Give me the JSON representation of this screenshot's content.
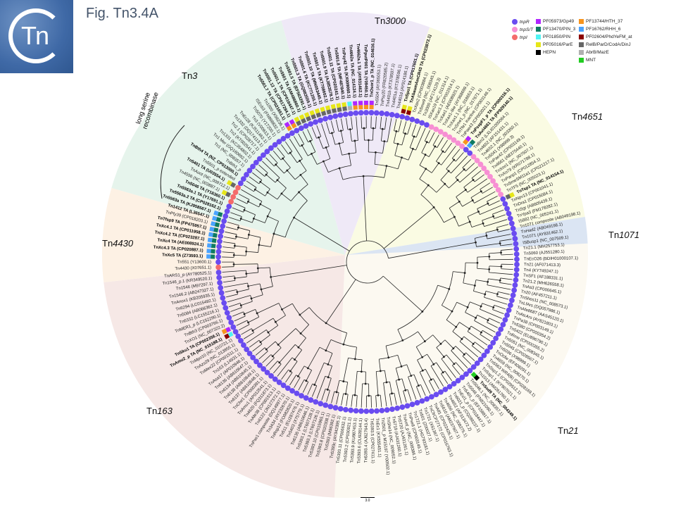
{
  "figure": {
    "title": "Fig. Tn3.4A",
    "logo_text": "Tn",
    "scale_label": "3.0",
    "bracket_label_line1": "long serine",
    "bracket_label_line2": "recombinase"
  },
  "legend": {
    "resolvases": [
      {
        "label": "tnpR",
        "color": "#6a4cf0"
      },
      {
        "label": "tnpS/T",
        "color": "#f78fd3"
      },
      {
        "label": "tnpI",
        "color": "#f46b6b"
      }
    ],
    "domains_col1": [
      {
        "label": "PF05973/Gp49",
        "color": "#b026ff"
      },
      {
        "label": "PF13470/PIN_3",
        "color": "#0f7b61"
      },
      {
        "label": "PF01850/PIN",
        "color": "#4ff4f4"
      },
      {
        "label": "PF05016/ParE",
        "color": "#e6e619"
      },
      {
        "label": "HEPN",
        "color": "#000000"
      }
    ],
    "domains_col2": [
      {
        "label": "PF13744/HTH_37",
        "color": "#f7941d"
      },
      {
        "label": "PF16762/RHH_6",
        "color": "#4aa3ff"
      },
      {
        "label": "PF02604/PhdYeFM_at",
        "color": "#8b0000"
      },
      {
        "label": "RelB/ParD/CodA/DinJ",
        "color": "#666666"
      },
      {
        "label": "AbrB/MazE",
        "color": "#b0b0b0"
      },
      {
        "label": "MNT",
        "color": "#22cc22"
      }
    ]
  },
  "groups": [
    {
      "prefix": "Tn",
      "number": "21",
      "bg": "#fcf9f1",
      "dot": "tnpR",
      "leaves": [
        "Tn21.1 (MH257753.1)",
        "Tn5060 (AJ551280.1)",
        "TnEcO26 (BDIH01000107.1)",
        "Tn21 (AF071413.3)",
        "Tn4 (KY749247.1)",
        "TnSF1 (AF188331.1)",
        "Tn21.2 (MH626558.1)",
        "TnAs3 (CP000645.1)",
        "Tn20 (AF457211.1)",
        "TnShes11 (NC_008573.1)",
        "TnLfArs (DQ057986.1)",
        "TnAfe8687 (AAS45120.1)",
        "TnAtcArs (AY821803.1)",
        "TnPa38 (CP003149.1)",
        "Tn5380 (CP000354.2)",
        "Tn5422 (EU896790.1)",
        "TnRme (CP000355.2)",
        "Tn5051 (NC_008345.1)",
        "Tn5045 (CP028567.1)",
        "Tn5036 (X98999.1)",
        "TnOcfw (EF408291.1)",
        "Tn4659 (NC_008270.1)",
        "Tn5563 WR4(B) (CP028169.1)",
        "TnSsp1.2 (CP029512.1)",
        "TnSsp1.1 (KY907021.1)",
        "Tn1013 (AM261760.1)",
        "TnSod9 TA (NC_004349.1)",
        "Tn5046.1 (NC_008357.1)",
        "Tn5046 (FN821090.1)",
        "Tn5401_p (EF158817.1)",
        "TnEcl1_p (CP018447.1)",
        "Tn6021_p (CQ288237.1)",
        "Tn4652 (AF313472.2)",
        "Tn4656 (NC_008275.1)",
        "Tn5610 (AM237607.1)",
        "TnAtf1 (CP022426.1)",
        "TnCfrCP27172 (CP016763.1)",
        "Tn1721 (X61367.1)",
        "Tn501 (Z00027.1)",
        "Tn1721.1 (HG793181.1)",
        "TnPse8 (CP003149.1)",
        "TnAmf_p (NC_008386.1)",
        "Tn5720 (AJ431261.1)",
        "Tn5719 (AJ431260.1)",
        "TnShe14 (NC_009052.1)",
        "Tn2501_p M15197 (Y00502.1)",
        "TnEc1 (KX555451.1)"
      ],
      "alt_dots": {},
      "domains": {
        "26": [
          "MNT",
          "HEPN"
        ]
      }
    },
    {
      "prefix": "Tn",
      "number": "163",
      "bg": "#f6e8e6",
      "dot": "tnpR",
      "leaves": [
        "Tn5393.5 (CP027411.1)",
        "Tn5393.4 (AJ627643.4)",
        "Tn5393.6 (CU928144.1)",
        "Tn5393.9 (KU987453.1)",
        "Tn5393.2 (CP030921.1)",
        "Tn5393.11 (CP006632.1)",
        "Tn5393c (AY342395.1)",
        "Tn5393 (M96392.1)",
        "Tn5393.8 (CP020308.1)",
        "Tn5393.10 (CP015965.1)",
        "Tn5393.3 (LT607126.1)",
        "Tn5393.1 (LT607128.1)",
        "Tn6135 (AB610646.1)",
        "Tn5403 (X75779.1)",
        "Tn511 (EU287476.1)",
        "TnRsp12 (FO082820.1)",
        "Tn3434 (AY232670.1)",
        "TnPse1 composite (DQ149977.1)",
        "Tn6122 (JN127372.1)",
        "TnAfe38 (CP001513.1)",
        "Tn4620 (FQ311873.1)",
        "TnAmu1 (AP012541.1)",
        "TnChe1 (CP000391.1)",
        "Tn6137 (AB610648.1)",
        "Tn6138 (AB610649.1)",
        "Tn6134 (AB610645.1)",
        "Tn6136 (AB610647.1)",
        "TnAsa17 (AP010946.1)",
        "Tn163 (L14931.1)",
        "TnMex22 (CP001511.1)",
        "TnAzs29 (NC_013855.1)",
        "TnMpo10 (NC_010721.1)",
        "TnAmu2_p TA (NC_015188.1)",
        "TnSku1 TA (CP002358.1)",
        "TnXO1 (NC_007322.2)",
        "TnBth3 (CP003766.1)"
      ],
      "alt_dots": {},
      "domains": {
        "32": [
          "PF01850/PIN",
          "PF02604/PhdYeFM_at"
        ],
        "33": [
          "PF05973/Gp49",
          "PF13744/HTH_37"
        ]
      }
    },
    {
      "prefix": "Tn",
      "number": "4430",
      "bg": "#fdf1e4",
      "dot": "tnpR",
      "leaves": [
        "TnMER1_p (LC152290.1)",
        "Tn6332 (LC155216.1)",
        "Tn5084 (AB066362.1)",
        "Tn6294 (LC015492.1)",
        "TnAnox1 (KB205935.1)",
        "Tn1546.2 (AB247327.1)",
        "Tn1546 (M97297.1)",
        "Tn1546_p.1 (KR349520.1)",
        "TnARS1_p (AY780525.1)",
        "Tn4430 (X07651.1)",
        "Tn551 (Y13600.1)"
      ],
      "alt_dots": {
        "9": "tnpI"
      },
      "domains": {}
    },
    {
      "prefix": "Tn",
      "number": "3",
      "bg": "#e6f4ec",
      "dot": "tnpR",
      "leaves": [
        "TnXc5 TA (Z73593.1)",
        "TnXc4.3 TA (CP020887.1)",
        "TnXc4 TA (AE008924.1)",
        "TnXc4.2 TA (CP023287.1)",
        "TnXc4.1 TA (CP011958.1)",
        "TnTfsp9 TA (FP475957.1)",
        "TnPfy39 (CP018203.1)",
        "Tn1412 TA (L36547.1)",
        "Tn5563a TA (KJ958567.1)",
        "Tn5563a.2 TA (CP028162.1)",
        "Tn5563a.1 TA (Y17691.1)",
        "Tn5046 TA (Y18360.1)",
        "Tn4556 (NC_003887.1)",
        "TnAoot (NC_009712.1)",
        "Tn5401 TA (U03554.1)",
        "Tn5501_p extended",
        "TnBth4 TA (NZ_CP013000.1)",
        "TnBth1_p",
        "Tn1 (NC_008357.1)",
        "Tn1 Mer (GQ160692.1)",
        "Tn1331 (KC354802.1)",
        "Tn2 (KT002541.1)",
        "Tn2.1 (CP028717.1)",
        "Tn1332 (DQ174113.1)",
        "TnEc28 (KJ511462.1)",
        "Tn3 (V00613.1)",
        "Tn5070 (Y17200.1)",
        "ISEcb3 (FN868832.1)",
        "Tn1000 (X56236.1)"
      ],
      "alt_dots": {
        "11": "tnpI",
        "12": "tnpI",
        "13": "tnpI",
        "14": "tnpI"
      },
      "domains": {
        "0": [
          "PF13470/PIN_3",
          "PF16762/RHH_6"
        ],
        "1": [
          "PF13470/PIN_3",
          "PF16762/RHH_6"
        ],
        "2": [
          "PF13470/PIN_3",
          "PF16762/RHH_6"
        ],
        "3": [
          "PF13470/PIN_3",
          "PF16762/RHH_6"
        ],
        "4": [
          "PF13470/PIN_3",
          "PF16762/RHH_6"
        ],
        "5": [
          "PF13470/PIN_3",
          "PF16762/RHH_6"
        ],
        "6": [
          "PF13470/PIN_3",
          "PF16762/RHH_6"
        ],
        "7": [
          "PF13470/PIN_3",
          "PF16762/RHH_6"
        ],
        "8": [
          "PF13470/PIN_3",
          "PF16762/RHH_6"
        ],
        "12": [
          "RelB/ParD/CodA/DinJ",
          "PF05016/ParE"
        ],
        "14": [
          "RelB/ParD/CodA/DinJ",
          "PF05016/ParE"
        ]
      }
    },
    {
      "prefix": "Tn",
      "number": "3000",
      "bg": "#efe9f7",
      "dot": "tnpR",
      "leaves": [
        "Tn5501.7 TA (CP021651.1)",
        "Tn5501.12 TA (CP017284.1)",
        "Tn5501.1 TA (CP016447.1)",
        "Tn5501 TA (AM486860.1)",
        "Tn5501.5 TA (EF563291.1)",
        "Tn5501.3 TA (GQ983559.1)",
        "Tn5501.6 TA (KC771255.1)",
        "Tn5501.10 TA (MN053445.1)",
        "Tn5501.4 TA (KT708602.1)",
        "Tn5501.9 TA (AJ853578.1)",
        "Tn5501.11 TA (CP020241.1)",
        "Tn5501.8 TA (MF487840.1)",
        "TnPsy42 TA (KX009060.1)",
        "Tn4662a TA (NC_014124.1)",
        "Tn4662a.1 TA (AY831462.1)",
        "TnPputP001 TA (Y09450.1)",
        "TnOsor1_p TA (NC_014616.1)",
        "Tn5504 (AY365053.1)",
        "TnPsy20 (FR820585.2)",
        "Tn4401b (KT378597.1)",
        "Tn4401a (KT378596.1)",
        "Tn4401d (AY914186.1)",
        "TnSpo1 TA (CP017601.1)",
        "TnAbaumAmCR43 TA (CP023872.1)",
        "TnXax2 (CP003884.1)",
        "TnSme9 (NC_008345.1)",
        "Tn3000 (AF174129.3)",
        "ISXax19 (NC_011314.1)"
      ],
      "alt_dots": {},
      "domains": {
        "0": [
          "PF13744/HTH_37",
          "PF05973/Gp49"
        ],
        "1": [
          "PF13744/HTH_37",
          "PF05973/Gp49"
        ],
        "2": [
          "RelB/ParD/CodA/DinJ",
          "PF05016/ParE"
        ],
        "3": [
          "RelB/ParD/CodA/DinJ",
          "PF05016/ParE"
        ],
        "4": [
          "RelB/ParD/CodA/DinJ",
          "PF05016/ParE"
        ],
        "5": [
          "RelB/ParD/CodA/DinJ",
          "PF05016/ParE"
        ],
        "6": [
          "RelB/ParD/CodA/DinJ",
          "PF05016/ParE"
        ],
        "7": [
          "RelB/ParD/CodA/DinJ",
          "PF05016/ParE"
        ],
        "8": [
          "RelB/ParD/CodA/DinJ",
          "PF05016/ParE"
        ],
        "9": [
          "RelB/ParD/CodA/DinJ",
          "PF05016/ParE"
        ],
        "10": [
          "RelB/ParD/CodA/DinJ",
          "PF05016/ParE"
        ],
        "11": [
          "RelB/ParD/CodA/DinJ",
          "PF05016/ParE"
        ],
        "12": [
          "AbrB/MazE",
          "PF01850/PIN"
        ],
        "13": [
          "PF13744/HTH_37",
          "PF05973/Gp49"
        ],
        "14": [
          "PF13744/HTH_37",
          "PF05973/Gp49"
        ],
        "15": [
          "PF13744/HTH_37",
          "PF05973/Gp49"
        ],
        "16": [
          "PF13744/HTH_37",
          "PF05973/Gp49"
        ],
        "22": [
          "PF02604/PhdYeFM_at",
          "PF05016/ParE"
        ],
        "23": [
          "PF02604/PhdYeFM_at",
          "PF05016/ParE"
        ]
      }
    },
    {
      "prefix": "Tn",
      "number": "4651",
      "bg": "#fafbe3",
      "dot": "tnpS/T",
      "leaves": [
        "TnXac1.2 (CP002914.1)",
        "TnXax1 (AE008925.1)",
        "TnXax1-like (AY368699.1)",
        "TnXax1.1 (NC_018653.1)",
        "TnSme1_p (NC_017671.1)",
        "TnTfe1 inactive (CP003148.1)",
        "TnPae43 (CP002021.1)",
        "TnPsspF1_p TA (CP000316.1)",
        "TnAvi4661 TA (FP929140.1)",
        "TnBm2 (LXLI01000064.1)",
        "Tn4652 (AF151431.1)",
        "Tn4652.1 (NC_003350.1)",
        "Tn5041 (X98999.3)",
        "TnPae42 (CP003149.1)",
        "Tn4661 (AB375440.1)",
        "TnXoo1 (NC_007507.1)",
        "TnXo79 (KR071788.1)",
        "TnPanp1 (CP012854.1)",
        "TnSmeSM11a1 (CP021217.1)",
        "TnTF5 (NC_005023.1)",
        "TnTsp1 TA (NC_014154.1)",
        "TnNpv13 (CP001041.1)",
        "TnDra1 (CP015084.1)",
        "TnSgr (AB605439.1)",
        "TnYpa3 (FM178282.1)"
      ],
      "alt_dots": {
        "8": "tnpR",
        "9": "tnpR",
        "20": "tnpR",
        "21": "tnpR",
        "22": "tnpR",
        "23": "tnpR",
        "24": "tnpR"
      },
      "domains": {
        "7": [
          "PF13744/HTH_37",
          "PF05973/Gp49"
        ],
        "8": [
          "PF16762/RHH_6",
          "PF13470/PIN_3"
        ],
        "20": [
          "RelB/ParD/CodA/DinJ",
          "PF05016/ParE"
        ]
      }
    },
    {
      "prefix": "Tn",
      "number": "1071",
      "bg": "#dbe5f3",
      "dot": "tnpR",
      "leaves": [
        "IS882 (NC_005241.1)",
        "Tn1071 composite (AB049198.1)",
        "TnHad2 (AB049198.1)",
        "Tn1071 (AY831462.1)",
        "ISBusp1 (NC_007509.1)"
      ],
      "alt_dots": {},
      "domains": {}
    }
  ]
}
